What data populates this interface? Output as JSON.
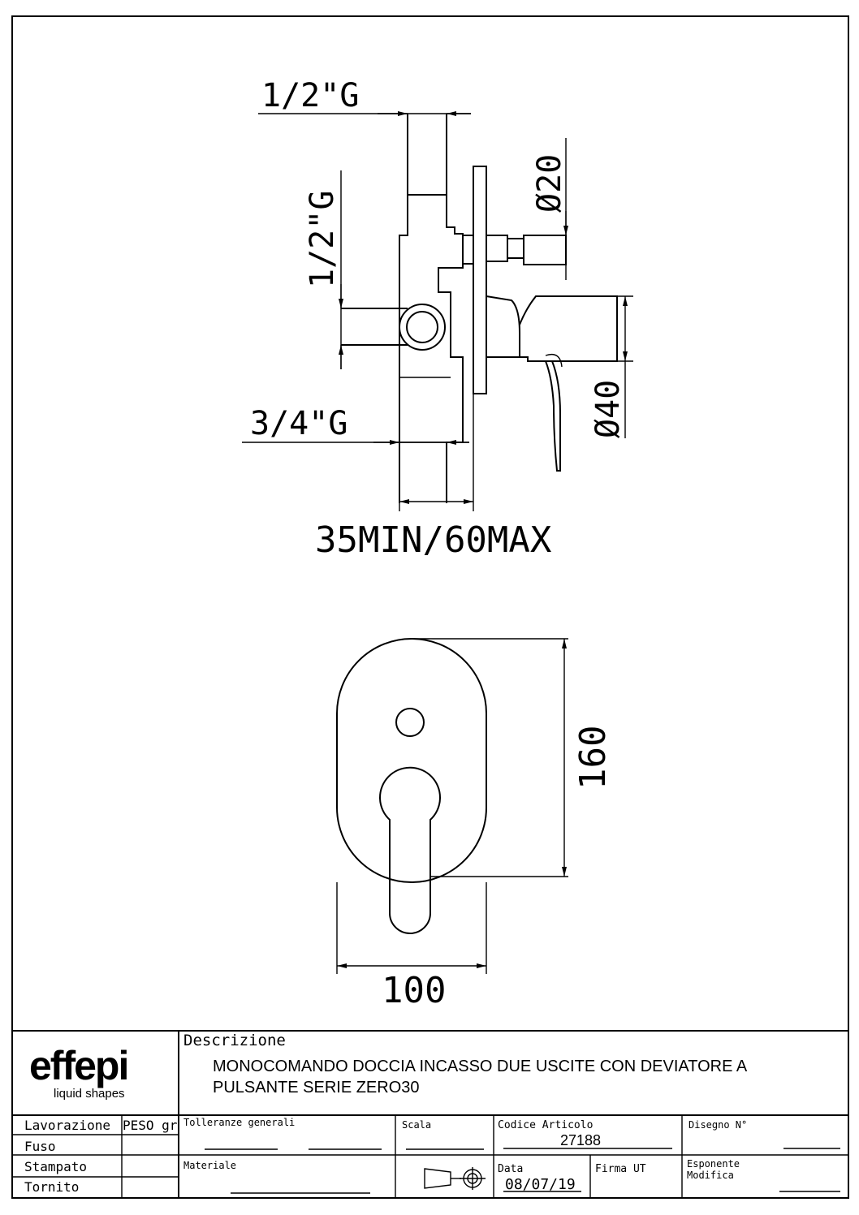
{
  "dimensions": {
    "inlet_top": "1/2\"G",
    "inlet_side": "1/2\"G",
    "outlet_bottom": "3/4\"G",
    "depth_range": "35MIN/60MAX",
    "spindle_diameter": "Ø20",
    "handle_diameter": "Ø40",
    "plate_height": "160",
    "plate_width": "100"
  },
  "title_block": {
    "brand": "effepi",
    "tagline": "liquid shapes",
    "description_label": "Descrizione",
    "description_line1": "MONOCOMANDO DOCCIA INCASSO DUE USCITE CON DEVIATORE A",
    "description_line2": "PULSANTE SERIE ZERO30",
    "lavorazione_label": "Lavorazione",
    "peso_label": "PESO gr",
    "fuso_label": "Fuso",
    "stampato_label": "Stampato",
    "tornito_label": "Tornito",
    "tolleranze_label": "Tolleranze generali",
    "materiale_label": "Materiale",
    "scala_label": "Scala",
    "codice_label": "Codice Articolo",
    "codice_value": "27188",
    "data_label": "Data",
    "data_value": "08/07/19",
    "firma_label": "Firma UT",
    "disegno_label": "Disegno N°",
    "esponente_label": "Esponente",
    "modifica_label": "Modifica"
  }
}
